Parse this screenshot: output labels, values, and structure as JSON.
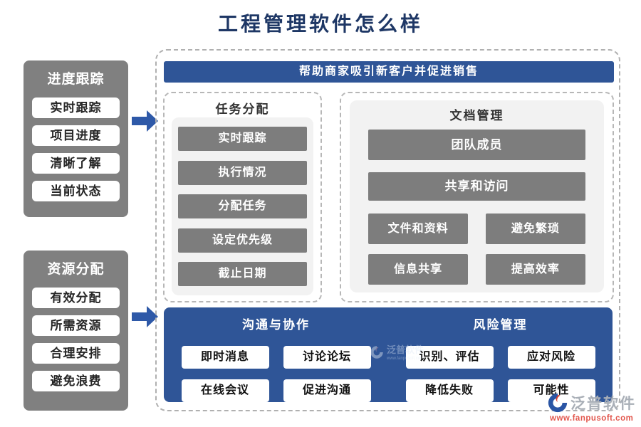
{
  "title": "工程管理软件怎么样",
  "left_boxes": [
    {
      "header": "进度跟踪",
      "items": [
        "实时跟踪",
        "项目进度",
        "清晰了解",
        "当前状态"
      ]
    },
    {
      "header": "资源分配",
      "items": [
        "有效分配",
        "所需资源",
        "合理安排",
        "避免浪费"
      ]
    }
  ],
  "banner": "帮助商家吸引新客户并促进销售",
  "task_panel": {
    "title": "任务分配",
    "items": [
      "实时跟踪",
      "执行情况",
      "分配任务",
      "设定优先级",
      "截止日期"
    ]
  },
  "doc_panel": {
    "title": "文档管理",
    "full_items": [
      "团队成员",
      "共享和访问"
    ],
    "grid_items": [
      "文件和资料",
      "避免繁琐",
      "信息共享",
      "提高效率"
    ]
  },
  "bottom_panel": {
    "sections": [
      {
        "title": "沟通与协作",
        "items": [
          "即时消息",
          "讨论论坛",
          "在线会议",
          "促进沟通"
        ]
      },
      {
        "title": "风险管理",
        "items": [
          "识别、评估",
          "应对风险",
          "降低失败",
          "可能性"
        ]
      }
    ]
  },
  "watermark": {
    "brand": "泛普软件",
    "url": "www.fanpusoft.com"
  },
  "colors": {
    "accent_blue": "#2f5597",
    "arrow_blue": "#2e59a8",
    "box_gray": "#808080",
    "chip_gray": "#7d7d7d",
    "panel_gray": "#f2f2f2",
    "title_navy": "#1e3765",
    "brand_gray": "#a9afb7",
    "brand_red": "#e2574d"
  }
}
